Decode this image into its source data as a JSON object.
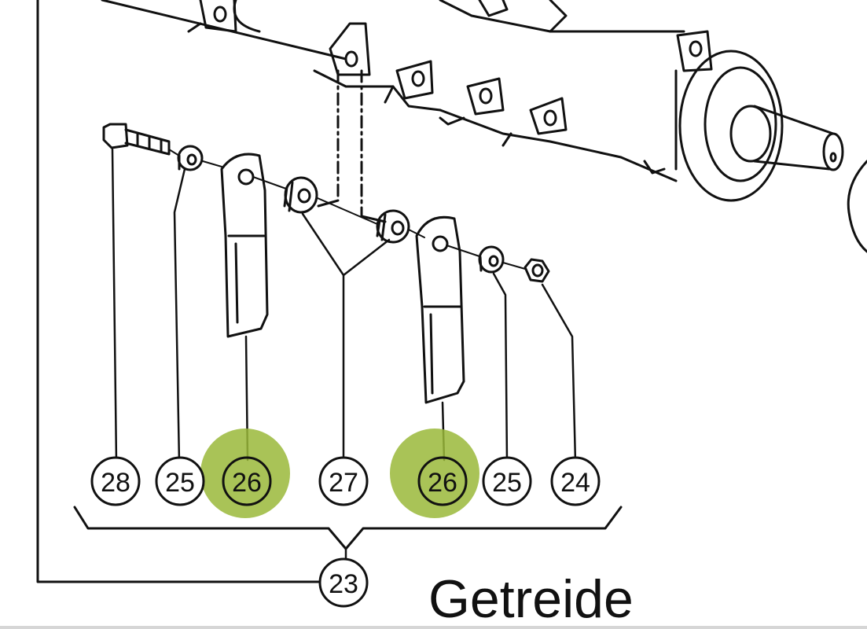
{
  "caption": "Getreide",
  "callouts": {
    "bolt": "28",
    "washer_left": "25",
    "blade_left": "26",
    "spacer": "27",
    "blade_right": "26",
    "washer_right": "25",
    "nut": "24",
    "assembly": "23"
  },
  "highlighted": [
    "blade_left",
    "blade_right"
  ],
  "colors": {
    "ink": "#111111",
    "highlight": "#9ab83a",
    "paper": "#ffffff"
  }
}
